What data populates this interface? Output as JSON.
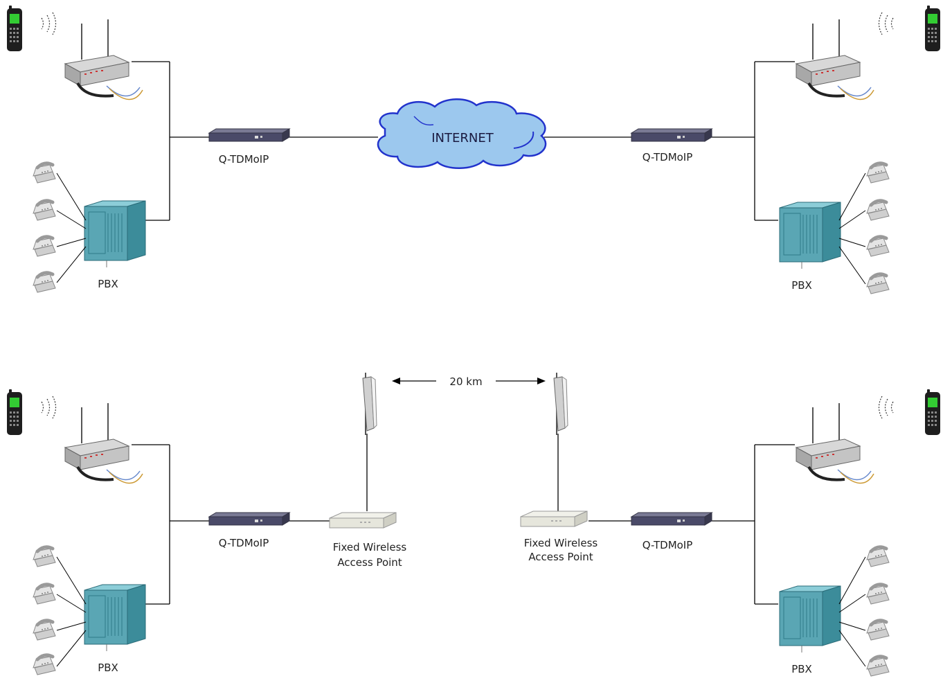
{
  "diagram": {
    "cloud_label": "INTERNET",
    "mux_label": "Q-TDMoIP",
    "pbx_label": "PBX",
    "ap_label_line1": "Fixed Wireless",
    "ap_label_line2": "Access Point",
    "distance_label": "20 km"
  },
  "icons": [
    "mobile-phone-icon",
    "base-station-icon",
    "pbx-cabinet-icon",
    "desk-phone-icon",
    "tdmoip-mux-icon",
    "access-point-icon",
    "panel-antenna-icon",
    "internet-cloud-icon"
  ],
  "colors": {
    "cloud_fill": "#9cc8ee",
    "cloud_stroke": "#2233cc",
    "pbx_fill": "#5aa6b4",
    "mux_fill": "#4a4a68",
    "line": "#000000"
  }
}
